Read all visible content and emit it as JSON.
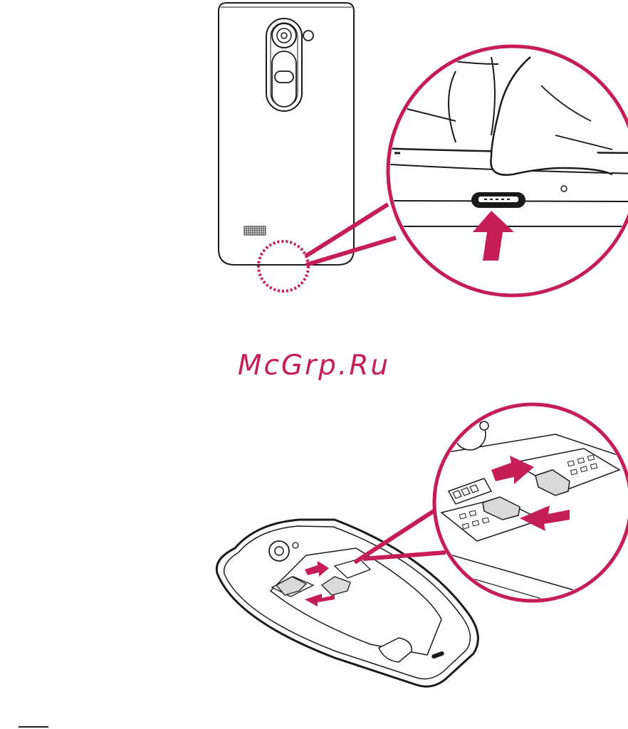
{
  "watermark": {
    "text": "McGrp.Ru"
  },
  "colors": {
    "accent": "#c41e54",
    "line": "#1a1a1a",
    "fill": "#ffffff",
    "card": "#d9d9d9"
  },
  "illustrations": [
    {
      "name": "phone-back-charging-port",
      "icons": [
        "phone-back-icon",
        "camera-icon",
        "flash-icon",
        "power-key-icon",
        "speaker-grill-icon",
        "usb-port-icon",
        "magnifier-callout-icon",
        "arrow-up-icon"
      ]
    },
    {
      "name": "phone-sim-insertion",
      "icons": [
        "phone-open-icon",
        "sim-card-icon",
        "microsd-card-icon",
        "arrow-left-icon",
        "arrow-right-icon",
        "magnifier-callout-icon"
      ]
    }
  ]
}
